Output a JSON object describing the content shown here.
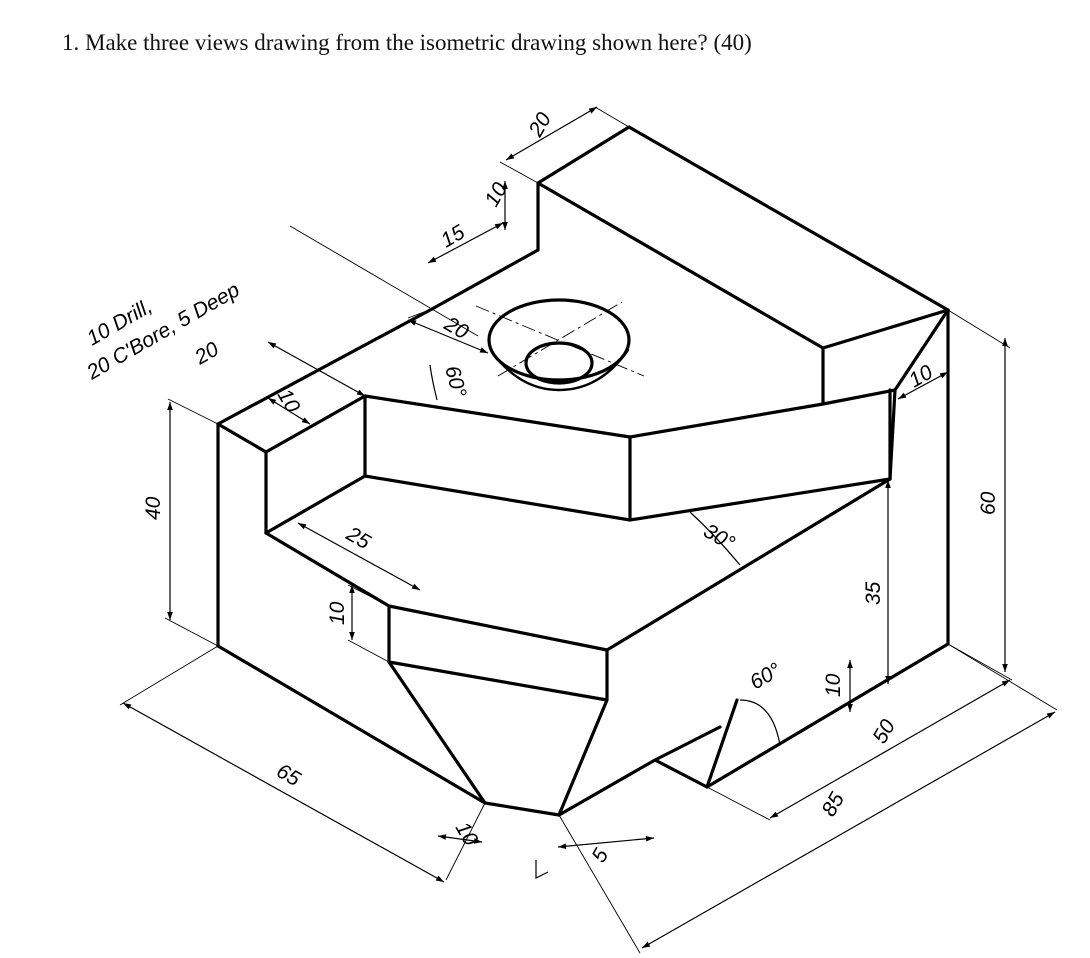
{
  "question": "1. Make three views drawing from the isometric drawing shown here? (40)",
  "note": {
    "line1": "10 Drill,",
    "line2": "20 C'Bore, 5 Deep"
  },
  "dimensions": {
    "d_20_top": "20",
    "d_10_top": "10",
    "d_15": "15",
    "d_20_cbore": "20",
    "d_60deg_top": "60°",
    "d_20_left": "20",
    "d_10_left": "10",
    "d_40": "40",
    "d_25": "25",
    "d_10_mid": "10",
    "d_65": "65",
    "d_10_bottom": "10",
    "d_5": "5",
    "d_85": "85",
    "d_50": "50",
    "d_10_vert_right": "10",
    "d_60deg_bottom": "60°",
    "d_35": "35",
    "d_60": "60",
    "d_10_right": "10",
    "d_30deg": "30°"
  }
}
